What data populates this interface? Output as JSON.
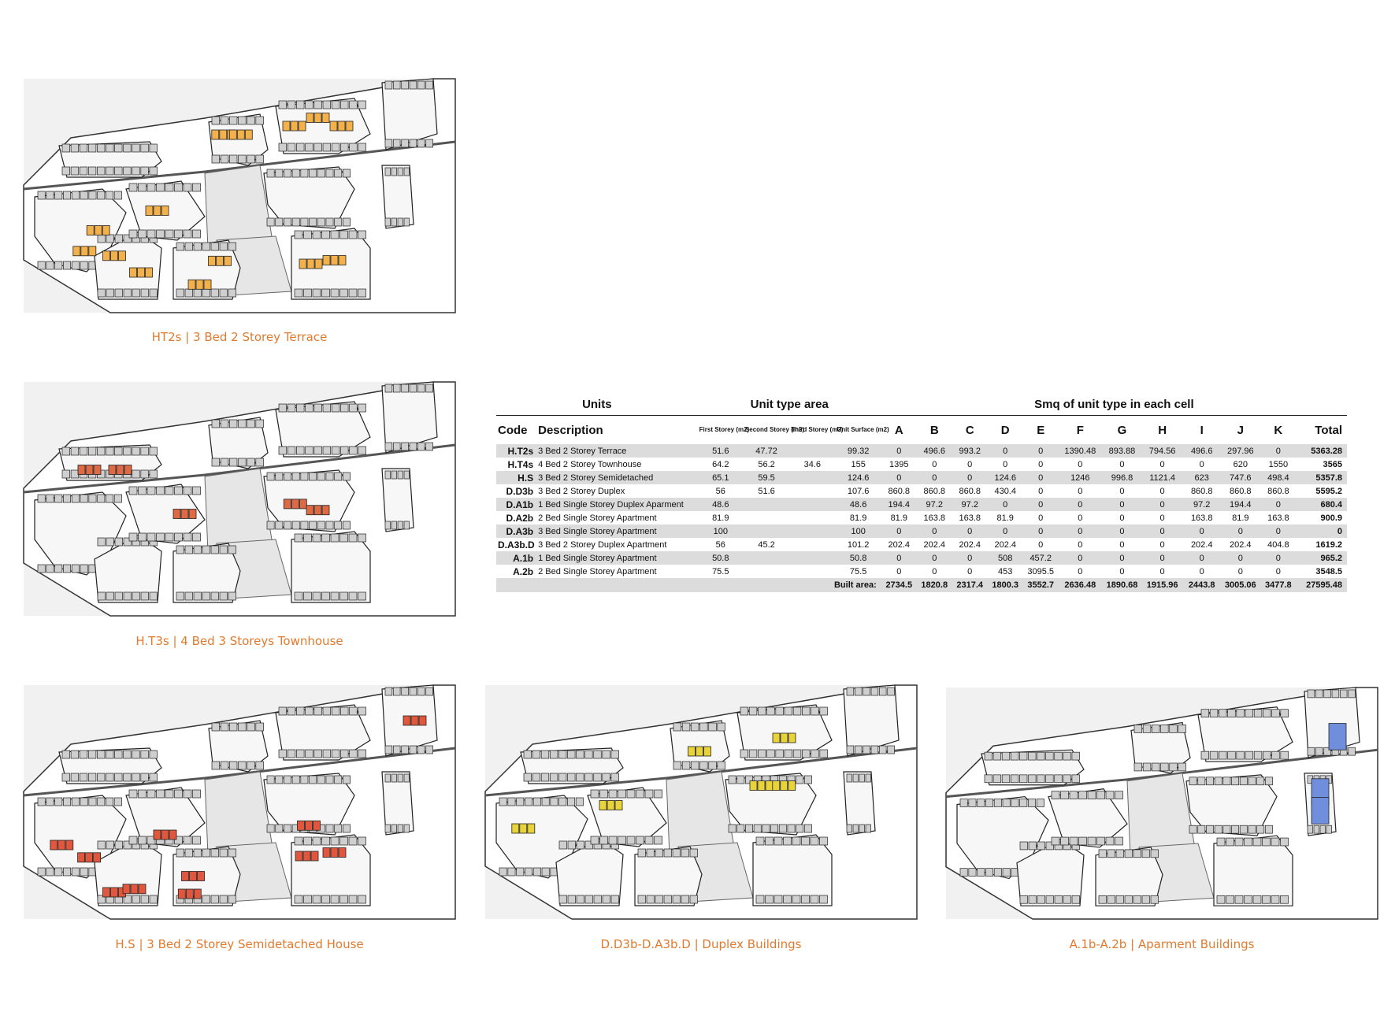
{
  "captions": {
    "ht2s": "HT2s | 3 Bed 2 Storey Terrace",
    "ht3s": "H.T3s | 4 Bed 3 Storeys Townhouse",
    "hs": "H.S | 3 Bed 2 Storey Semidetached House",
    "duplex": "D.D3b-D.A3b.D | Duplex Buildings",
    "apartment": "A.1b-A.2b | Aparment Buildings"
  },
  "highlight_colors": {
    "ht2s": "#f2b14a",
    "ht3s": "#dd6a45",
    "hs": "#e0573d",
    "duplex": "#e8d33a",
    "apartment": "#6f8fdc"
  },
  "table": {
    "group_headers": {
      "units": "Units",
      "area": "Unit type area",
      "cells": "Smq of unit type in each cell"
    },
    "columns": {
      "code": "Code",
      "description": "Description",
      "first": "First Storey (m2)",
      "second": "Second Storey (m2)",
      "third": "Third Storey (m2)",
      "surface": "Unit Surface (m2)",
      "cells": [
        "A",
        "B",
        "C",
        "D",
        "E",
        "F",
        "G",
        "H",
        "I",
        "J",
        "K"
      ],
      "total": "Total"
    },
    "rows": [
      {
        "code": "H.T2s",
        "desc": "3 Bed 2 Storey Terrace",
        "first": "51.6",
        "second": "47.72",
        "third": "",
        "surface": "99.32",
        "cells": [
          "0",
          "496.6",
          "993.2",
          "0",
          "0",
          "1390.48",
          "893.88",
          "794.56",
          "496.6",
          "297.96",
          "0"
        ],
        "total": "5363.28"
      },
      {
        "code": "H.T4s",
        "desc": "4 Bed 2 Storey Townhouse",
        "first": "64.2",
        "second": "56.2",
        "third": "34.6",
        "surface": "155",
        "cells": [
          "1395",
          "0",
          "0",
          "0",
          "0",
          "0",
          "0",
          "0",
          "0",
          "620",
          "1550"
        ],
        "total": "3565"
      },
      {
        "code": "H.S",
        "desc": "3 Bed 2 Storey Semidetached",
        "first": "65.1",
        "second": "59.5",
        "third": "",
        "surface": "124.6",
        "cells": [
          "0",
          "0",
          "0",
          "124.6",
          "0",
          "1246",
          "996.8",
          "1121.4",
          "623",
          "747.6",
          "498.4"
        ],
        "total": "5357.8"
      },
      {
        "code": "D.D3b",
        "desc": "3 Bed 2 Storey Duplex",
        "first": "56",
        "second": "51.6",
        "third": "",
        "surface": "107.6",
        "cells": [
          "860.8",
          "860.8",
          "860.8",
          "430.4",
          "0",
          "0",
          "0",
          "0",
          "860.8",
          "860.8",
          "860.8"
        ],
        "total": "5595.2"
      },
      {
        "code": "D.A1b",
        "desc": "1 Bed Single Storey Duplex Aparment",
        "first": "48.6",
        "second": "",
        "third": "",
        "surface": "48.6",
        "cells": [
          "194.4",
          "97.2",
          "97.2",
          "0",
          "0",
          "0",
          "0",
          "0",
          "97.2",
          "194.4",
          "0"
        ],
        "total": "680.4"
      },
      {
        "code": "D.A2b",
        "desc": "2 Bed Single Storey Apartment",
        "first": "81.9",
        "second": "",
        "third": "",
        "surface": "81.9",
        "cells": [
          "81.9",
          "163.8",
          "163.8",
          "81.9",
          "0",
          "0",
          "0",
          "0",
          "163.8",
          "81.9",
          "163.8"
        ],
        "total": "900.9"
      },
      {
        "code": "D.A3b",
        "desc": "3 Bed Single Storey Apartment",
        "first": "100",
        "second": "",
        "third": "",
        "surface": "100",
        "cells": [
          "0",
          "0",
          "0",
          "0",
          "0",
          "0",
          "0",
          "0",
          "0",
          "0",
          "0"
        ],
        "total": "0"
      },
      {
        "code": "D.A3b.D",
        "desc": "3 Bed 2 Storey Duplex Apartment",
        "first": "56",
        "second": "45.2",
        "third": "",
        "surface": "101.2",
        "cells": [
          "202.4",
          "202.4",
          "202.4",
          "202.4",
          "0",
          "0",
          "0",
          "0",
          "202.4",
          "202.4",
          "404.8"
        ],
        "total": "1619.2"
      },
      {
        "code": "A.1b",
        "desc": "1 Bed Single Storey Apartment",
        "first": "50.8",
        "second": "",
        "third": "",
        "surface": "50.8",
        "cells": [
          "0",
          "0",
          "0",
          "508",
          "457.2",
          "0",
          "0",
          "0",
          "0",
          "0",
          "0"
        ],
        "total": "965.2"
      },
      {
        "code": "A.2b",
        "desc": "2 Bed Single Storey Apartment",
        "first": "75.5",
        "second": "",
        "third": "",
        "surface": "75.5",
        "cells": [
          "0",
          "0",
          "0",
          "453",
          "3095.5",
          "0",
          "0",
          "0",
          "0",
          "0",
          "0"
        ],
        "total": "3548.5"
      }
    ],
    "footer": {
      "label": "Built area:",
      "cells": [
        "2734.5",
        "1820.8",
        "2317.4",
        "1800.3",
        "3552.7",
        "2636.48",
        "1890.68",
        "1915.96",
        "2443.8",
        "3005.06",
        "3477.8"
      ],
      "total": "27595.48"
    }
  }
}
